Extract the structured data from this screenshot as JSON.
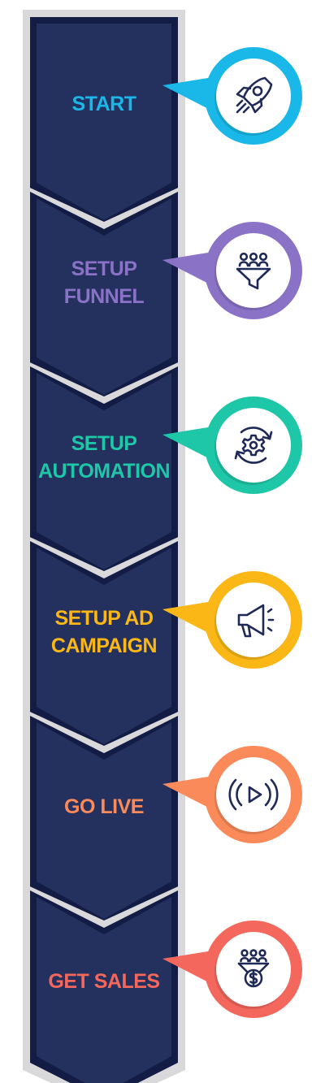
{
  "colors": {
    "chevron_fill": "#24305e",
    "chevron_inner": "#121c44",
    "chevron_border": "#d9d9db",
    "icon_stroke": "#1f2a57"
  },
  "steps": [
    {
      "label_lines": [
        "START"
      ],
      "color": "#1ab8e8",
      "icon": "rocket-icon"
    },
    {
      "label_lines": [
        "SETUP",
        "FUNNEL"
      ],
      "color": "#8a72c6",
      "icon": "funnel-people-icon"
    },
    {
      "label_lines": [
        "SETUP",
        "AUTOMATION"
      ],
      "color": "#1ec7a7",
      "icon": "automation-gear-icon"
    },
    {
      "label_lines": [
        "SETUP AD",
        "CAMPAIGN"
      ],
      "color": "#fbb716",
      "icon": "megaphone-icon"
    },
    {
      "label_lines": [
        "GO LIVE"
      ],
      "color": "#fb8a5a",
      "icon": "live-play-icon"
    },
    {
      "label_lines": [
        "GET SALES"
      ],
      "color": "#f4675d",
      "icon": "funnel-dollar-icon"
    }
  ]
}
